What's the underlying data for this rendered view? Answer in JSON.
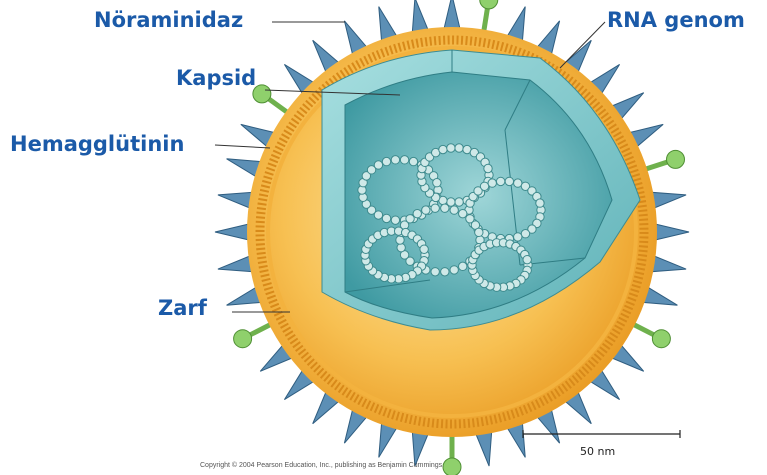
{
  "labels": {
    "neuraminidase": "Nöraminidaz",
    "rna_genome": "RNA genom",
    "capsid": "Kapsid",
    "hemagglutinin": "Hemagglütinin",
    "envelope": "Zarf"
  },
  "scale_bar": {
    "label": "50 nm"
  },
  "copyright": "Copyright © 2004 Pearson Education, Inc., publishing as Benjamin Cummings.",
  "colors": {
    "label_text": "#1b5aa8",
    "envelope": "#f5b43a",
    "lipid_layer": "#e89a22",
    "capsid": "#7cc7cb",
    "capsid_dark": "#4aa4ab",
    "spike": "#5c8fb5",
    "neuraminidase": "#8fd06c",
    "rna": "#5aa0a2"
  }
}
